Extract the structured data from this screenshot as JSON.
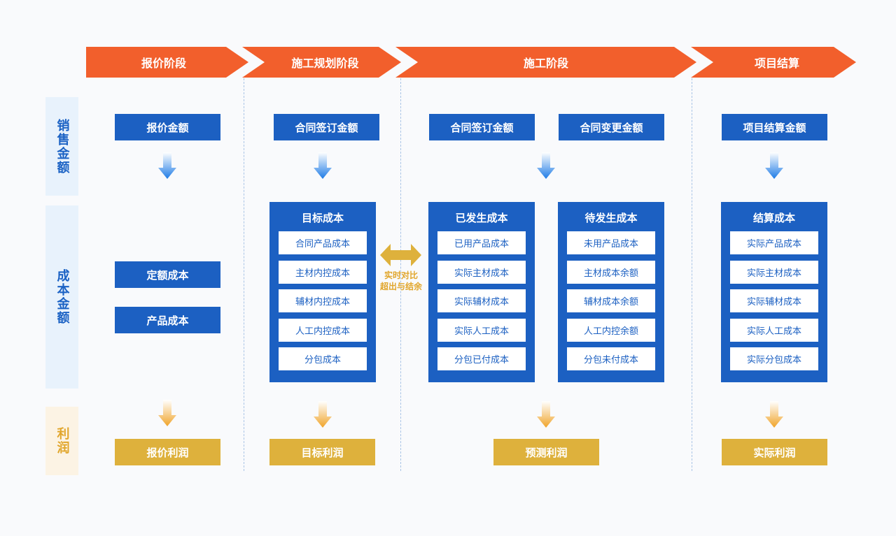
{
  "stages": [
    "报价阶段",
    "施工规划阶段",
    "施工阶段",
    "项目结算"
  ],
  "row_labels": {
    "sales": "销售金额",
    "cost": "成本金额",
    "profit": "利润"
  },
  "sales_boxes": [
    "报价金额",
    "合同签订金额",
    "合同签订金额",
    "合同变更金额",
    "项目结算金额"
  ],
  "quote_costs": [
    "定额成本",
    "产品成本"
  ],
  "panels": [
    {
      "title": "目标成本",
      "items": [
        "合同产品成本",
        "主材内控成本",
        "辅材内控成本",
        "人工内控成本",
        "分包成本"
      ]
    },
    {
      "title": "已发生成本",
      "items": [
        "已用产品成本",
        "实际主材成本",
        "实际辅材成本",
        "实际人工成本",
        "分包已付成本"
      ]
    },
    {
      "title": "待发生成本",
      "items": [
        "未用产品成本",
        "主材成本余额",
        "辅材成本余额",
        "人工内控余额",
        "分包未付成本"
      ]
    },
    {
      "title": "结算成本",
      "items": [
        "实际产品成本",
        "实际主材成本",
        "实际辅材成本",
        "实际人工成本",
        "实际分包成本"
      ]
    }
  ],
  "compare": {
    "line1": "实时对比",
    "line2": "超出与结余"
  },
  "profits": [
    "报价利润",
    "目标利润",
    "预测利润",
    "实际利润"
  ],
  "colors": {
    "stage": "#f25f2c",
    "blue": "#1c60c2",
    "gold": "#deb13c"
  }
}
